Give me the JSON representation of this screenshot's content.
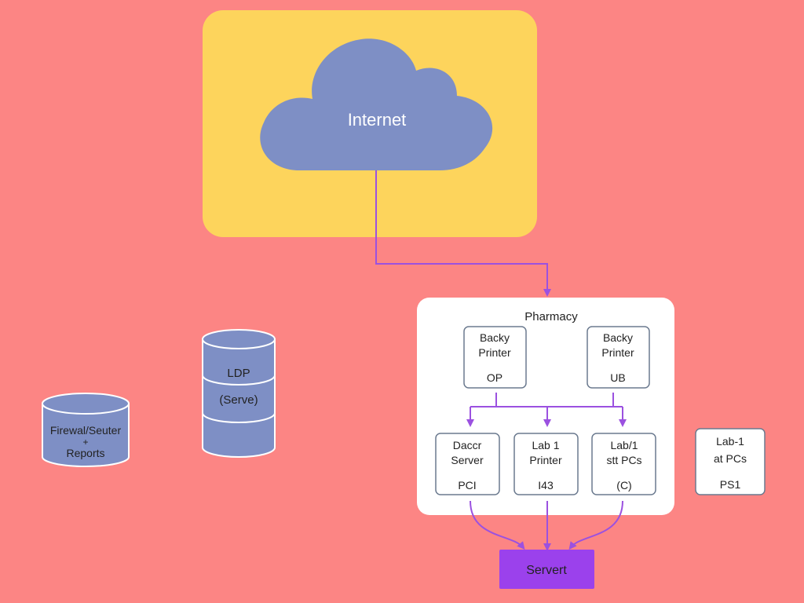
{
  "colors": {
    "background": "#fc8584",
    "internet_zone": "#fdd45c",
    "cloud": "#7e8fc5",
    "connector": "#9b51e0",
    "node_fill": "#ffffff",
    "node_stroke": "#6b7a8f",
    "database": "#7e8fc5",
    "server_box": "#9b41ec",
    "text": "#222222",
    "internet_text": "#ffffff"
  },
  "internet": {
    "label": "Internet",
    "icon": "cloud-icon"
  },
  "pharmacy": {
    "label": "Pharmacy",
    "backup_printer_op": {
      "line1": "Backy",
      "line2": "Printer",
      "code": "OP"
    },
    "backup_printer_ub": {
      "line1": "Backy",
      "line2": "Printer",
      "code": "UB"
    },
    "dacc_server": {
      "line1": "Daccr",
      "line2": "Server",
      "code": "PCI"
    },
    "lab1_printer": {
      "line1": "Lab 1",
      "line2": "Printer",
      "code": "I43"
    },
    "lab_pcs": {
      "line1": "Lab/1",
      "line2": "stt PCs",
      "code": "(C)"
    }
  },
  "lab1_pcs_external": {
    "line1": "Lab-1",
    "line2": "at PCs",
    "code": "PS1"
  },
  "ldp_database": {
    "icon": "database-icon",
    "line1": "LDP",
    "line2": "(Serve)"
  },
  "firewall_database": {
    "icon": "database-icon",
    "line1": "Firewal/Seuter",
    "line2": "+",
    "line3": "Reports"
  },
  "server": {
    "label": "Servert"
  }
}
